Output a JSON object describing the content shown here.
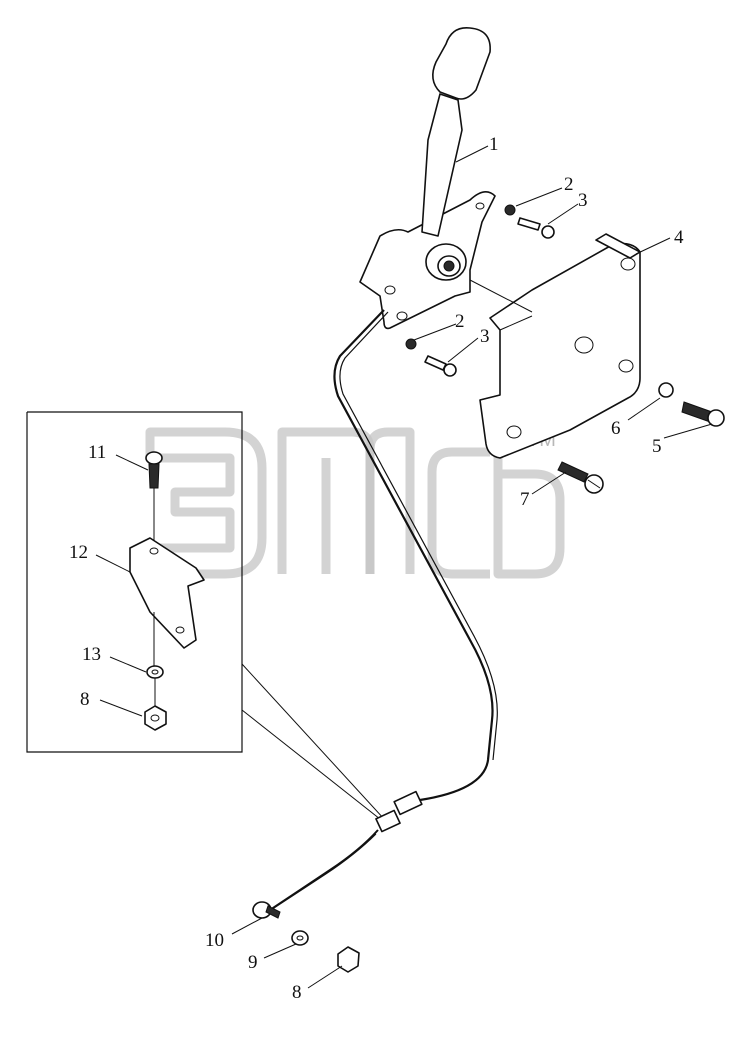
{
  "watermark": {
    "trademark": "TM"
  },
  "callouts": [
    {
      "id": "c1",
      "label": "1"
    },
    {
      "id": "c2a",
      "label": "2"
    },
    {
      "id": "c3a",
      "label": "3"
    },
    {
      "id": "c4",
      "label": "4"
    },
    {
      "id": "c2b",
      "label": "2"
    },
    {
      "id": "c3b",
      "label": "3"
    },
    {
      "id": "c6",
      "label": "6"
    },
    {
      "id": "c5",
      "label": "5"
    },
    {
      "id": "c7",
      "label": "7"
    },
    {
      "id": "c11",
      "label": "11"
    },
    {
      "id": "c12",
      "label": "12"
    },
    {
      "id": "c13",
      "label": "13"
    },
    {
      "id": "c8a",
      "label": "8"
    },
    {
      "id": "c10",
      "label": "10"
    },
    {
      "id": "c9",
      "label": "9"
    },
    {
      "id": "c8b",
      "label": "8"
    }
  ]
}
